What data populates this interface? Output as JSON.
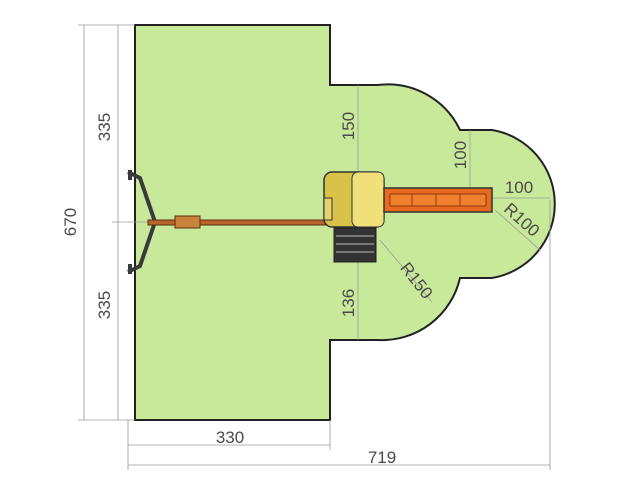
{
  "drawing": {
    "zone_fill": "#c8e99a",
    "outline_color": "#222222",
    "dimension_color": "#9a9a9a",
    "text_color": "#4a4a4a"
  },
  "dimensions": {
    "left_top": "335",
    "left_total": "670",
    "left_bottom": "335",
    "bottom_rect": "330",
    "bottom_total": "719",
    "vert_150": "150",
    "vert_100": "100",
    "horiz_100": "100",
    "radius_100": "R100",
    "radius_150": "R150",
    "vert_136": "136"
  },
  "equipment": {
    "swing_frame_color": "#3a3a3a",
    "beam_color": "#b8642a",
    "platform_color": "#d8c24a",
    "slide_color": "#e86a1e",
    "stairs_color": "#333333"
  }
}
